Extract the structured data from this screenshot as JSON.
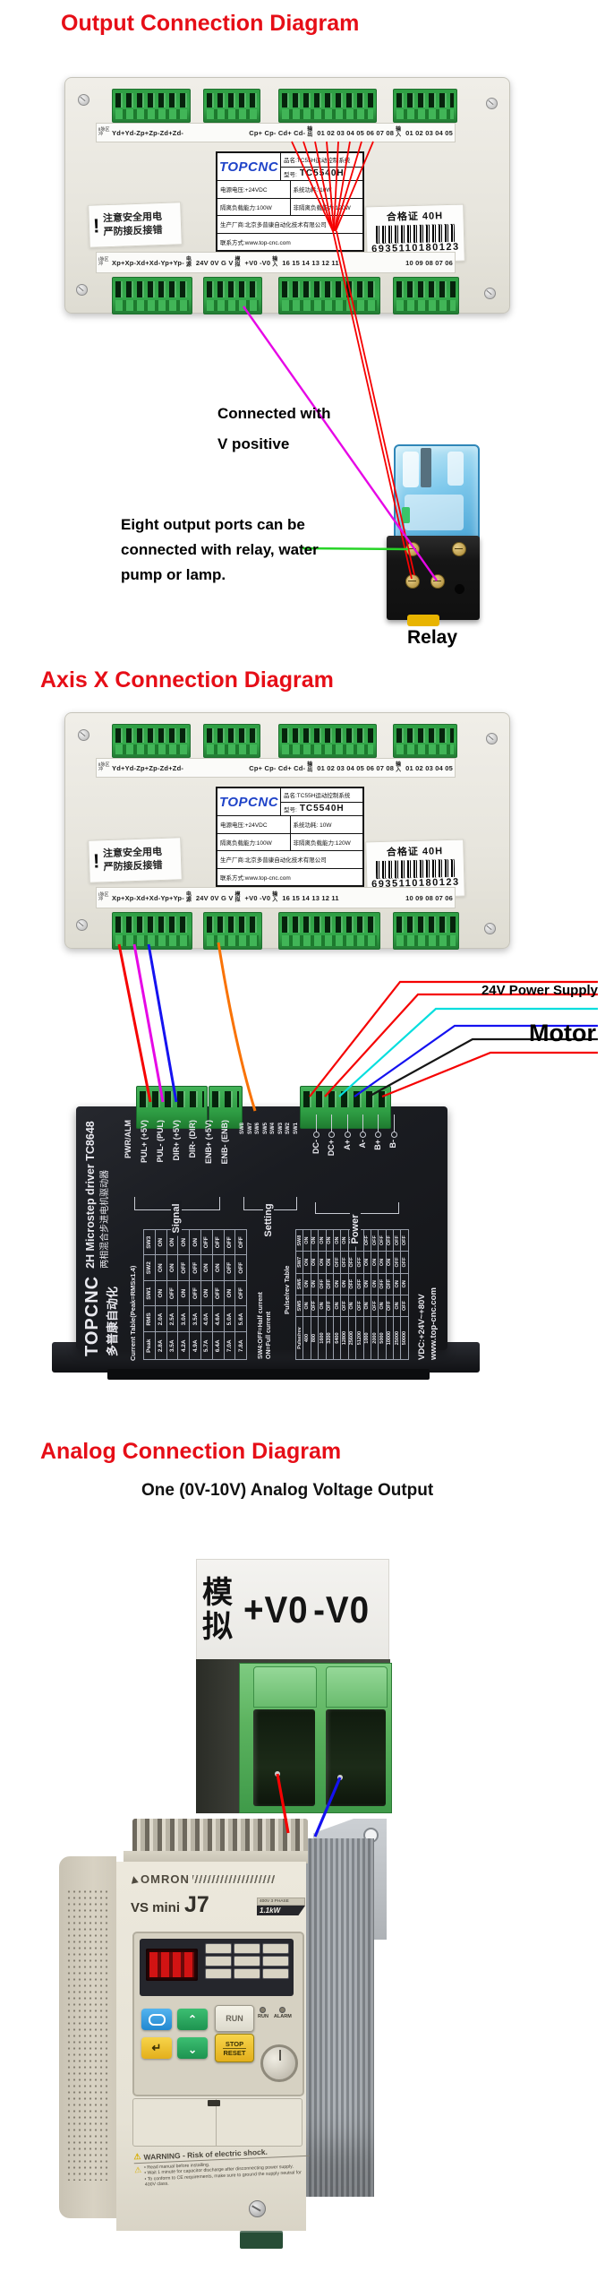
{
  "colors": {
    "accent": "#e60e17",
    "wire-red": "#f50202",
    "wire-magenta": "#e607e6",
    "wire-blue": "#1512f0",
    "wire-orange": "#f97306",
    "wire-cyan": "#06dede",
    "wire-black": "#161616",
    "wire-green": "#27d427",
    "board-bg": "#ebe9e2",
    "terminal-green": "#2f9e44",
    "driver-black": "#1b1d22",
    "relay-blue": "#76c4e9",
    "inverter-ivory": "#e9e5d9"
  },
  "section_output": {
    "title": "Output Connection Diagram",
    "note_v_line1": "Connected with",
    "note_v_line2": "V positive",
    "note_ports_lines": [
      "Eight output ports can be",
      "connected with relay, water",
      "pump or lamp."
    ],
    "relay_label": "Relay"
  },
  "section_axis": {
    "title": "Axis X Connection Diagram",
    "label_24v": "24V Power Supply",
    "label_motor": "Motor"
  },
  "section_analog": {
    "title": "Analog Connection Diagram",
    "subtitle": "One (0V-10V) Analog Voltage Output",
    "closeup_cn": "模拟",
    "closeup_vplus": "+V0",
    "closeup_vminus": "-V0"
  },
  "board": {
    "top_strip": {
      "prefix": "Ⅱ脉区冲",
      "axis_pins": "Yd+Yd-Zp+Zp-Zd+Zd-",
      "c_pins": "Cp+ Cp- Cd+ Cd-",
      "out_marker": "输出",
      "out_ports": "01 02 03 04 05 06 07 08",
      "in_marker": "输入",
      "in_ports": "01 02 03 04 05"
    },
    "bottom_strip": {
      "prefix": "Ⅰ脉区冲",
      "axis_pins": "Xp+Xp-Xd+Xd-Yp+Yp-",
      "power_marker": "电源",
      "power_pins": "24V 0V G V",
      "analog_marker": "模拟",
      "analog_pins": "+V0 -V0",
      "in_marker": "输入",
      "in_ports_a": "16 15 14 13 12 11",
      "in_ports_b": "10 09 08 07 06"
    },
    "label": {
      "logo": "TOPCNC",
      "name": "品名:TC55H运动控制系统",
      "model_label": "型号:",
      "model": "TC5540H",
      "voltage": "电源电压:+24VDC",
      "sys_power": "系统功耗: 10W",
      "load_iso": "隔离负载能力:100W",
      "load_noniso": "非隔离负载能力:120W",
      "maker": "生产厂商:北京多普康自动化技术有限公司",
      "contact": "联系方式:www.top-cnc.com"
    },
    "warning": {
      "mark": "!",
      "line1": "注意安全用电",
      "line2": "严防接反接错"
    },
    "cert": {
      "title": "合格证 40H",
      "number": "6935110180123"
    }
  },
  "driver": {
    "brand": "TOPCNC",
    "brand_cn": "多普康自动化",
    "product": "2H Microstep driver TC8648",
    "product_cn": "两相混合步进电机驱动器",
    "signal_pins": [
      "PWR/ALM",
      "PUL+ (+5V)",
      "PUL- (PUL)",
      "DIR+ (+5V)",
      "DIR- (DIR)",
      "ENB+ (+5V)",
      "ENB- (ENB)"
    ],
    "sw_pins": [
      "SW8",
      "SW7",
      "SW6",
      "SW5",
      "SW4",
      "SW3",
      "SW2",
      "SW1"
    ],
    "power_pins": [
      "DC-",
      "DC+",
      "A+",
      "A-",
      "B+",
      "B-"
    ],
    "group_signal": "Signal",
    "group_setting": "Setting",
    "group_power": "Power",
    "current_table_title": "Current Table(Peak=RMSx1.4)",
    "current_table": {
      "headers": [
        "Peak",
        "RMS",
        "SW1",
        "SW2",
        "SW3"
      ],
      "rows": [
        [
          "2.8A",
          "2.0A",
          "ON",
          "ON",
          "ON"
        ],
        [
          "3.5A",
          "2.5A",
          "OFF",
          "ON",
          "ON"
        ],
        [
          "4.2A",
          "3.0A",
          "ON",
          "OFF",
          "ON"
        ],
        [
          "4.9A",
          "3.5A",
          "OFF",
          "OFF",
          "ON"
        ],
        [
          "5.7A",
          "4.0A",
          "ON",
          "ON",
          "OFF"
        ],
        [
          "6.4A",
          "4.6A",
          "OFF",
          "ON",
          "OFF"
        ],
        [
          "7.0A",
          "5.0A",
          "ON",
          "OFF",
          "OFF"
        ],
        [
          "7.8A",
          "5.6A",
          "OFF",
          "OFF",
          "OFF"
        ]
      ]
    },
    "sw4_note_lines": [
      "SW4:OFF=Half current",
      "ON=Full current"
    ],
    "pulse_table_title": "Pulse/rev Table",
    "pulse_table": {
      "headers": [
        "Pulse/rev",
        "SW5",
        "SW6",
        "SW7",
        "SW8"
      ],
      "rows": [
        [
          "400",
          "ON",
          "ON",
          "ON",
          "ON"
        ],
        [
          "800",
          "OFF",
          "ON",
          "ON",
          "ON"
        ],
        [
          "1600",
          "ON",
          "OFF",
          "ON",
          "ON"
        ],
        [
          "3200",
          "OFF",
          "OFF",
          "ON",
          "ON"
        ],
        [
          "6400",
          "ON",
          "ON",
          "OFF",
          "ON"
        ],
        [
          "12800",
          "OFF",
          "ON",
          "OFF",
          "ON"
        ],
        [
          "25600",
          "ON",
          "OFF",
          "OFF",
          "ON"
        ],
        [
          "51200",
          "OFF",
          "OFF",
          "OFF",
          "ON"
        ],
        [
          "1000",
          "ON",
          "ON",
          "ON",
          "OFF"
        ],
        [
          "2000",
          "OFF",
          "ON",
          "ON",
          "OFF"
        ],
        [
          "5000",
          "ON",
          "OFF",
          "ON",
          "OFF"
        ],
        [
          "10000",
          "OFF",
          "OFF",
          "ON",
          "OFF"
        ],
        [
          "25000",
          "ON",
          "ON",
          "OFF",
          "OFF"
        ],
        [
          "50000",
          "OFF",
          "ON",
          "OFF",
          "OFF"
        ]
      ]
    },
    "vdc": "VDC:+24V~+80V",
    "site": "www.top-cnc.com"
  },
  "inverter": {
    "brand": "OMRON",
    "model": "VS mini",
    "model_big": "J7",
    "badge_top": "400V 3 PHASE",
    "badge_kw": "1.1kW",
    "btn_run": "RUN",
    "btn_stop": "STOP",
    "btn_reset": "RESET",
    "led_run": "RUN",
    "led_alarm": "ALARM",
    "warning_title": "WARNING - Risk of electric shock.",
    "warning_lines": [
      "• Read manual before installing.",
      "• Wait 1 minute for capacitor discharge after disconnecting power supply.",
      "• To conform to CE requirements, make sure to ground the supply neutral for 400V class."
    ]
  }
}
